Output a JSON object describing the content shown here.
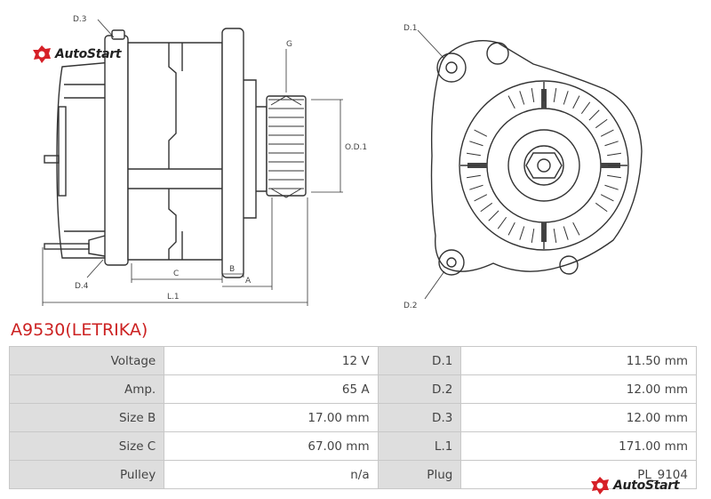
{
  "brand": {
    "logo_text": "AutoStart"
  },
  "title": "A9530(LETRIKA)",
  "drawing_labels": {
    "d3": "D.3",
    "g": "G",
    "od1": "O.D.1",
    "d4": "D.4",
    "c": "C",
    "b": "B",
    "a": "A",
    "l1": "L.1",
    "d1": "D.1",
    "d2": "D.2"
  },
  "specs": [
    {
      "label": "Voltage",
      "value": "12 V",
      "label2": "D.1",
      "value2": "11.50 mm"
    },
    {
      "label": "Amp.",
      "value": "65 A",
      "label2": "D.2",
      "value2": "12.00 mm"
    },
    {
      "label": "Size B",
      "value": "17.00 mm",
      "label2": "D.3",
      "value2": "12.00 mm"
    },
    {
      "label": "Size C",
      "value": "67.00 mm",
      "label2": "L.1",
      "value2": "171.00 mm"
    },
    {
      "label": "Pulley",
      "value": "n/a",
      "label2": "Plug",
      "value2": "PL_9104"
    }
  ]
}
